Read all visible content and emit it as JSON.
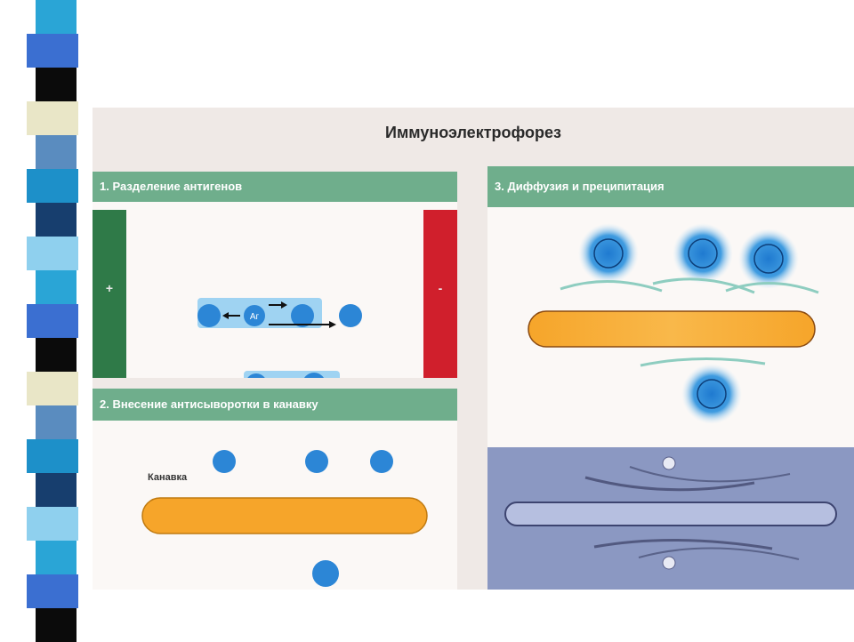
{
  "title": "Иммуноэлектрофорез",
  "panel1": {
    "heading": "1. Разделение антигенов",
    "antigen_label": "Аг",
    "plus_sign": "+",
    "minus_sign": "-"
  },
  "panel2": {
    "heading": "2. Внесение антисыворотки в канавку",
    "canal_label": "Канавка"
  },
  "panel3": {
    "heading": "3. Диффузия и преципитация"
  },
  "colors": {
    "header_green": "#6fae8c",
    "antigen_blue": "#2c86d6",
    "trough_orange": "#f6a52a",
    "anode_green": "#2f7a48",
    "cathode_red": "#d01f2c",
    "photo_blue": "#8b98c2"
  },
  "stripe_colors": [
    "#2aa5d6",
    "#3b6fd1",
    "#0b0b0b",
    "#e9e6c7",
    "#5a8cbf",
    "#1d90c9",
    "#173e6e",
    "#8fd0ee"
  ]
}
